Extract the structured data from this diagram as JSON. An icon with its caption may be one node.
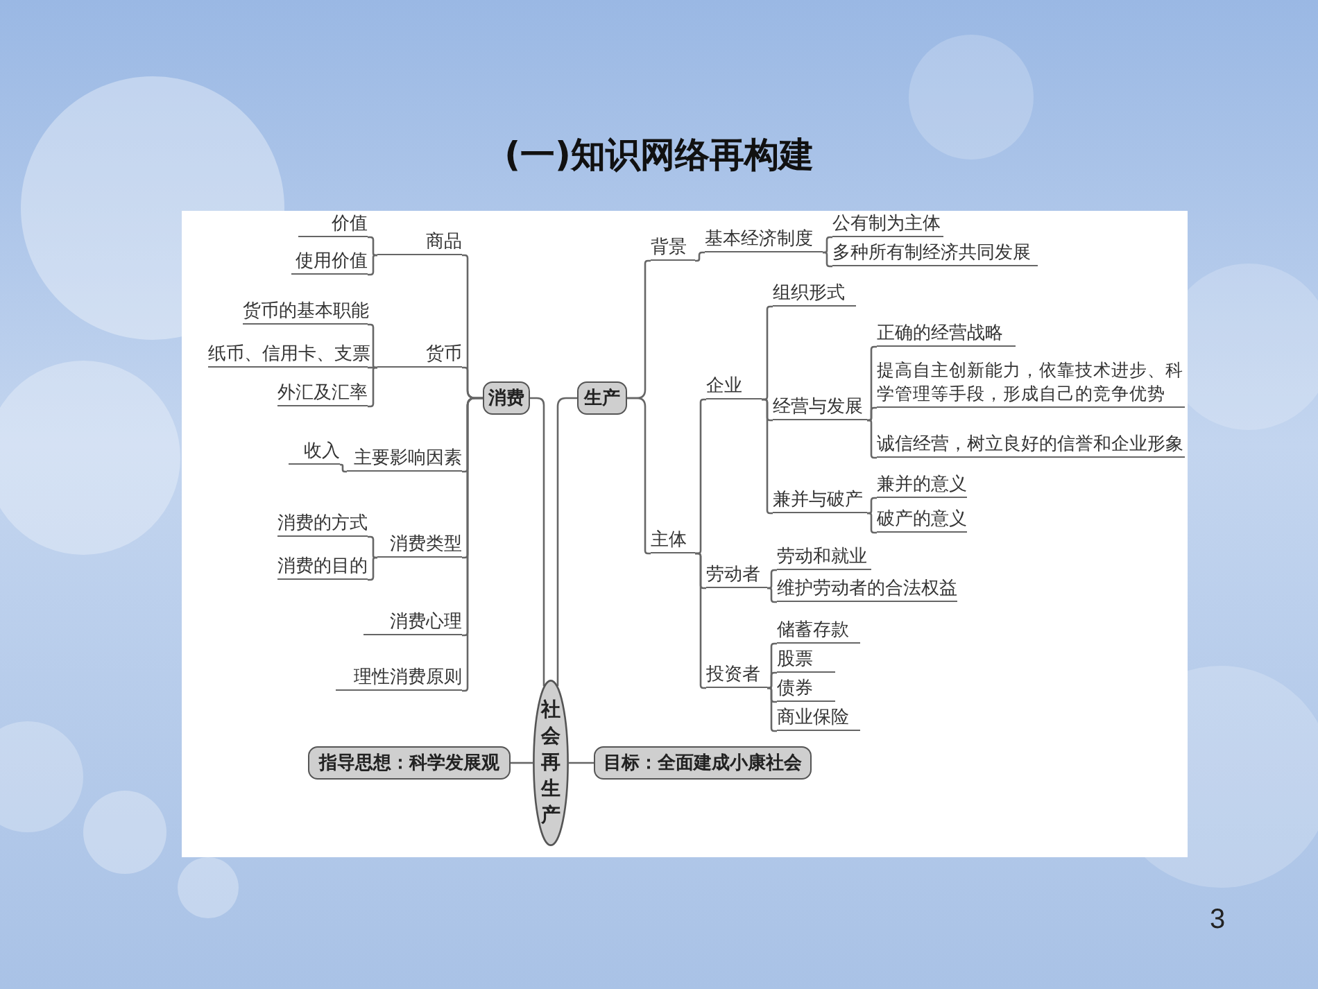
{
  "diagram": {
    "title": "(一)知识网络再构建",
    "nodes": [
      {
        "text": [
          "社会再生产"
        ]
      },
      {
        "text": [
          "消费"
        ]
      },
      {
        "text": [
          "生产"
        ]
      },
      {
        "text": [
          "指导思想：科学发展观"
        ]
      },
      {
        "text": [
          "目标：全面建成小康社会"
        ]
      },
      {
        "text": [
          "商品"
        ]
      },
      {
        "text": [
          "价值"
        ]
      },
      {
        "text": [
          "使用价值"
        ]
      },
      {
        "text": [
          "货币"
        ]
      },
      {
        "text": [
          "货币的基本职能"
        ]
      },
      {
        "text": [
          "纸币、信用卡、支票"
        ]
      },
      {
        "text": [
          "外汇及汇率"
        ]
      },
      {
        "text": [
          "主要影响因素"
        ]
      },
      {
        "text": [
          "收入"
        ]
      },
      {
        "text": [
          "消费类型"
        ]
      },
      {
        "text": [
          "消费的方式"
        ]
      },
      {
        "text": [
          "消费的目的"
        ]
      },
      {
        "text": [
          "消费心理"
        ]
      },
      {
        "text": [
          "理性消费原则"
        ]
      },
      {
        "text": [
          "背景"
        ]
      },
      {
        "text": [
          "基本经济制度"
        ]
      },
      {
        "text": [
          "公有制为主体"
        ]
      },
      {
        "text": [
          "多种所有制经济共同发展"
        ]
      },
      {
        "text": [
          "主体"
        ]
      },
      {
        "text": [
          "企业"
        ]
      },
      {
        "text": [
          "组织形式"
        ]
      },
      {
        "text": [
          "经营与发展"
        ]
      },
      {
        "text": [
          "正确的经营战略"
        ]
      },
      {
        "text": [
          "提高自主创新能力，依靠技术进步、科学管理等手段，形成自己的竞争优势"
        ]
      },
      {
        "text": [
          "诚信经营，树立良好的信誉和企业形象"
        ]
      },
      {
        "text": [
          "兼并与破产"
        ]
      },
      {
        "text": [
          "兼并的意义"
        ]
      },
      {
        "text": [
          "破产的意义"
        ]
      },
      {
        "text": [
          "劳动者"
        ]
      },
      {
        "text": [
          "劳动和就业"
        ]
      },
      {
        "text": [
          "维护劳动者的合法权益"
        ]
      },
      {
        "text": [
          "投资者"
        ]
      },
      {
        "text": [
          "储蓄存款"
        ]
      },
      {
        "text": [
          "股票"
        ]
      },
      {
        "text": [
          "债券"
        ]
      },
      {
        "text": [
          "商业保险"
        ]
      }
    ],
    "edges": [
      {
        "from": 0,
        "to": 1,
        "arrow": "none"
      },
      {
        "from": 0,
        "to": 2,
        "arrow": "none"
      },
      {
        "from": 0,
        "to": 3,
        "arrow": "none"
      },
      {
        "from": 0,
        "to": 4,
        "arrow": "none"
      },
      {
        "from": 1,
        "to": 5,
        "arrow": "none"
      },
      {
        "from": 1,
        "to": 8,
        "arrow": "none"
      },
      {
        "from": 1,
        "to": 12,
        "arrow": "none"
      },
      {
        "from": 1,
        "to": 14,
        "arrow": "none"
      },
      {
        "from": 1,
        "to": 17,
        "arrow": "none"
      },
      {
        "from": 1,
        "to": 18,
        "arrow": "none"
      },
      {
        "from": 5,
        "to": 6,
        "arrow": "none"
      },
      {
        "from": 5,
        "to": 7,
        "arrow": "none"
      },
      {
        "from": 8,
        "to": 9,
        "arrow": "none"
      },
      {
        "from": 8,
        "to": 10,
        "arrow": "none"
      },
      {
        "from": 8,
        "to": 11,
        "arrow": "none"
      },
      {
        "from": 12,
        "to": 13,
        "arrow": "none"
      },
      {
        "from": 14,
        "to": 15,
        "arrow": "none"
      },
      {
        "from": 14,
        "to": 16,
        "arrow": "none"
      },
      {
        "from": 2,
        "to": 19,
        "arrow": "none"
      },
      {
        "from": 2,
        "to": 23,
        "arrow": "none"
      },
      {
        "from": 19,
        "to": 20,
        "arrow": "none"
      },
      {
        "from": 20,
        "to": 21,
        "arrow": "none"
      },
      {
        "from": 20,
        "to": 22,
        "arrow": "none"
      },
      {
        "from": 23,
        "to": 24,
        "arrow": "none"
      },
      {
        "from": 23,
        "to": 33,
        "arrow": "none"
      },
      {
        "from": 23,
        "to": 36,
        "arrow": "none"
      },
      {
        "from": 24,
        "to": 25,
        "arrow": "none"
      },
      {
        "from": 24,
        "to": 26,
        "arrow": "none"
      },
      {
        "from": 24,
        "to": 30,
        "arrow": "none"
      },
      {
        "from": 26,
        "to": 27,
        "arrow": "none"
      },
      {
        "from": 26,
        "to": 28,
        "arrow": "none"
      },
      {
        "from": 26,
        "to": 29,
        "arrow": "none"
      },
      {
        "from": 30,
        "to": 31,
        "arrow": "none"
      },
      {
        "from": 30,
        "to": 32,
        "arrow": "none"
      },
      {
        "from": 33,
        "to": 34,
        "arrow": "none"
      },
      {
        "from": 33,
        "to": 35,
        "arrow": "none"
      },
      {
        "from": 36,
        "to": 37,
        "arrow": "none"
      },
      {
        "from": 36,
        "to": 38,
        "arrow": "none"
      },
      {
        "from": 36,
        "to": 39,
        "arrow": "none"
      },
      {
        "from": 36,
        "to": 40,
        "arrow": "none"
      }
    ],
    "labels": [
      "3"
    ]
  }
}
